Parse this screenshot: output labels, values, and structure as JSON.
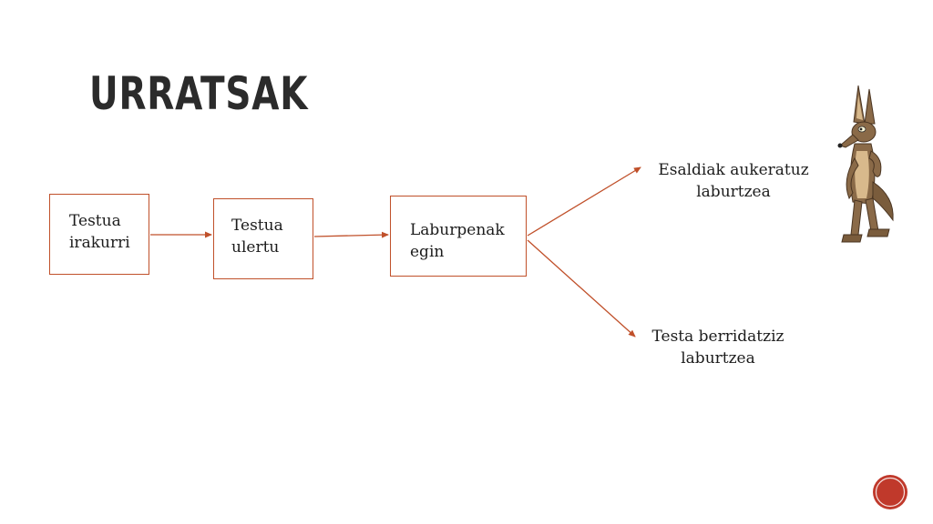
{
  "slide": {
    "title": "URRATSAK"
  },
  "diagram": {
    "steps": [
      {
        "label": "Testua\nirakurri"
      },
      {
        "label": "Testua\nulertu"
      },
      {
        "label": "Laburpenak\negin"
      }
    ],
    "outcomes": [
      {
        "label": "Esaldiak aukeratuz\nlaburtzea"
      },
      {
        "label": "Testa berridatziz\nlaburtzea"
      }
    ],
    "connector_color": "#c0502a"
  },
  "decor": {
    "mascot_icon": "cartoon-coyote-icon",
    "page_badge_color": "#c0392b"
  }
}
